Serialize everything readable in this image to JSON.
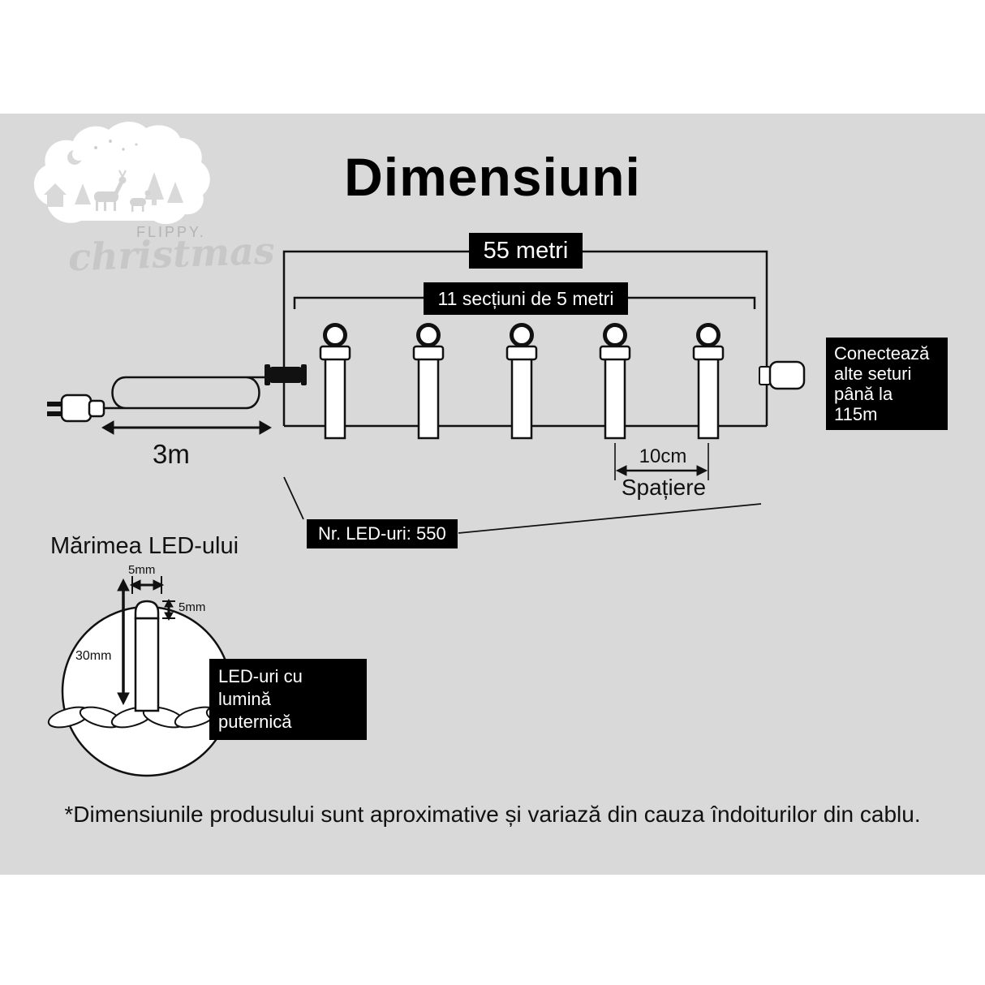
{
  "title": "Dimensiuni",
  "logo": {
    "brand": "FLIPPY.",
    "script": "christmas"
  },
  "diagram": {
    "total_length": "55 metri",
    "sections": "11 secțiuni de 5 metri",
    "lead_length": "3m",
    "spacing_value": "10cm",
    "spacing_label": "Spațiere",
    "led_count": "Nr. LED-uri: 550",
    "connect_lines": [
      "Conectează",
      "alte seturi",
      "până la 115m"
    ]
  },
  "led_size": {
    "heading": "Mărimea LED-ului",
    "width": "5mm",
    "dome_height": "5mm",
    "total_height": "30mm",
    "callout_lines": [
      "LED-uri cu lumină",
      "puternică"
    ]
  },
  "footnote": "*Dimensiunile produsului sunt aproximative și variază din cauza îndoiturilor din cablu.",
  "colors": {
    "panel_gray": "#d9d9d9",
    "label_bg": "#000000",
    "label_text": "#ffffff",
    "line": "#111111"
  }
}
